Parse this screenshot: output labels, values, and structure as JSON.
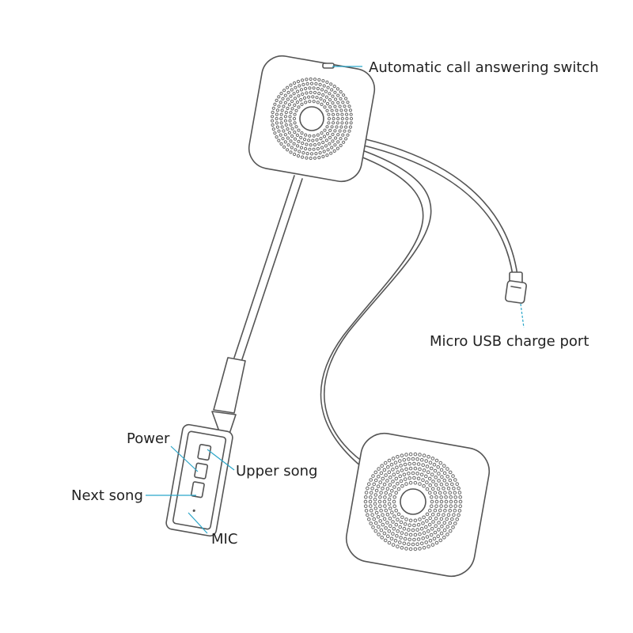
{
  "labels": {
    "auto_answer": "Automatic call answering switch",
    "usb_port": "Micro USB charge port",
    "power": "Power",
    "upper_song": "Upper song",
    "next_song": "Next song",
    "mic": "MIC"
  },
  "colors": {
    "outline": "#555555",
    "leader": "#2aa6c9",
    "text": "#222222",
    "background": "#ffffff"
  }
}
